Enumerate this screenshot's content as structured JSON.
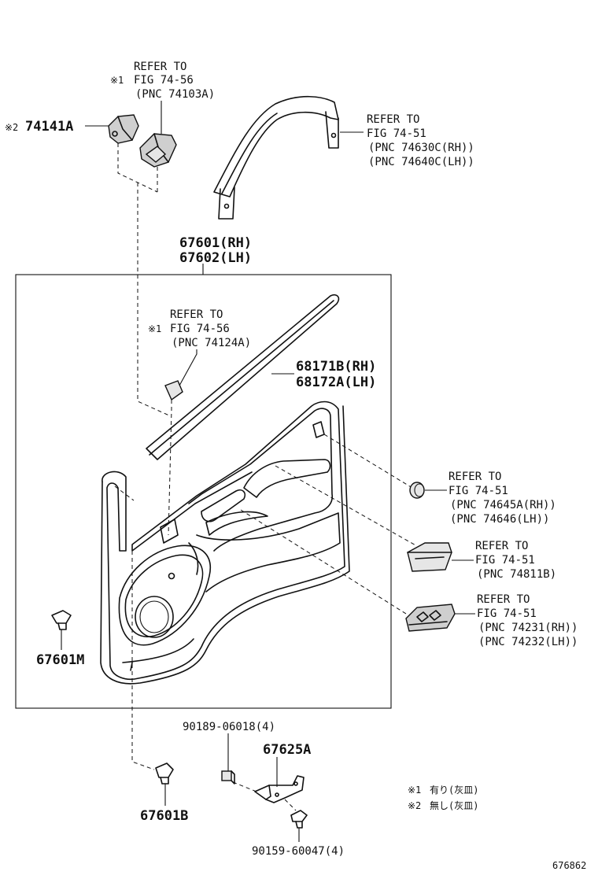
{
  "labels": {
    "refer_74103A": {
      "mark": "※1",
      "line1": "REFER TO",
      "line2": "FIG 74-56",
      "line3": "(PNC 74103A)"
    },
    "part_74141A": {
      "mark": "※2",
      "code": "74141A"
    },
    "refer_assist_grip": {
      "line1": "REFER TO",
      "line2": "FIG 74-51",
      "line3": "(PNC 74630C(RH))",
      "line4": "(PNC 74640C(LH))"
    },
    "panel": {
      "line1": "67601(RH)",
      "line2": "67602(LH)"
    },
    "refer_74124A": {
      "mark": "※1",
      "line1": "REFER TO",
      "line2": "FIG 74-56",
      "line3": "(PNC 74124A)"
    },
    "weatherstrip": {
      "line1": "68171B(RH)",
      "line2": "68172A(LH)"
    },
    "refer_74645": {
      "line1": "REFER TO",
      "line2": "FIG 74-51",
      "line3": "(PNC 74645A(RH))",
      "line4": "(PNC 74646(LH))"
    },
    "refer_74811B": {
      "line1": "REFER TO",
      "line2": "FIG 74-51",
      "line3": "(PNC 74811B)"
    },
    "refer_74231": {
      "line1": "REFER TO",
      "line2": "FIG 74-51",
      "line3": "(PNC 74231(RH))",
      "line4": "(PNC 74232(LH))"
    },
    "clip_67601M": "67601M",
    "clip_67601B": "67601B",
    "screw_90189": "90189-06018(4)",
    "bracket_67625A": "67625A",
    "screw_90159": "90159-60047(4)"
  },
  "notes": [
    {
      "mark": "※1",
      "text": "有り(灰皿)"
    },
    {
      "mark": "※2",
      "text": "無し(灰皿)"
    }
  ],
  "figure_id": "676862"
}
